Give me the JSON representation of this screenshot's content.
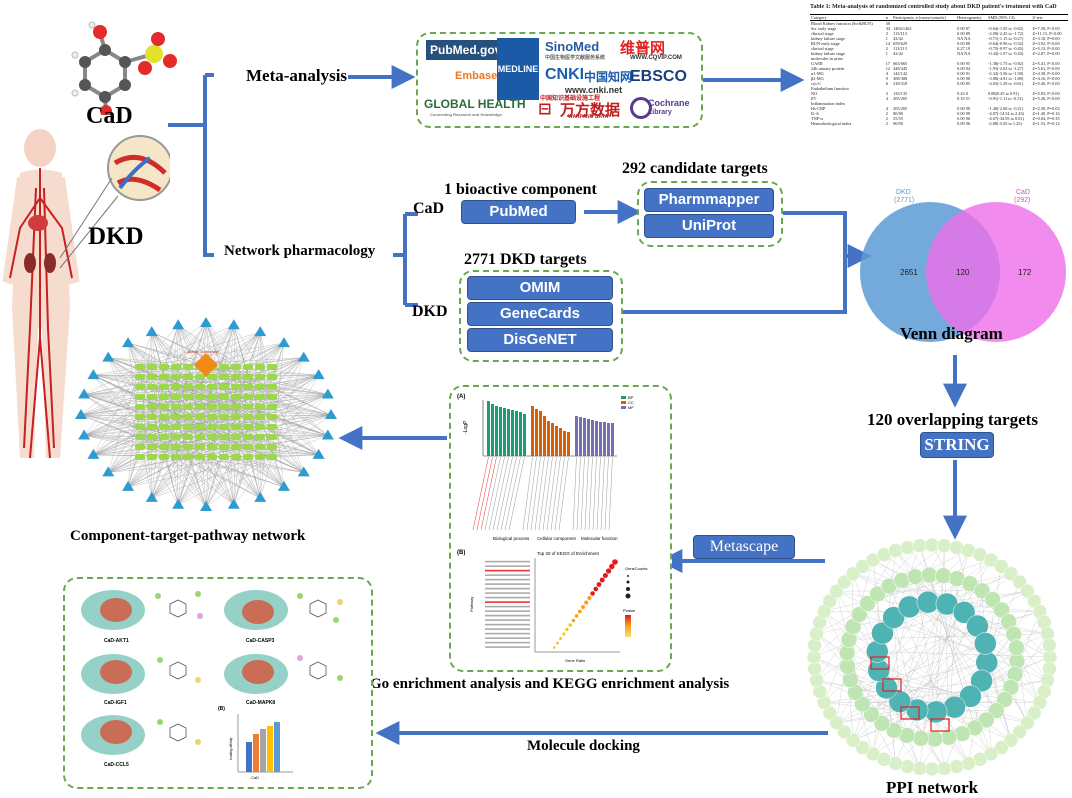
{
  "colors": {
    "arrow": "#4472c4",
    "dash": "#6aa84f",
    "button": "#4472c4",
    "venn_left": "#5b9bd5",
    "venn_right": "#ee6ee8",
    "net_center": "#f28a17",
    "net_target": "#9bd94a",
    "net_pathway": "#2e9bd0",
    "ppi_node": "#4fb3b3"
  },
  "labels": {
    "cad": "CaD",
    "dkd": "DKD",
    "meta_analysis": "Meta-analysis",
    "network_pharmacology": "Network pharmacology",
    "cad_branch": "CaD",
    "dkd_branch": "DKD",
    "bioactive": "1 bioactive component",
    "candidate_targets": "292 candidate targets",
    "dkd_targets": "2771 DKD targets",
    "venn_diagram": "Venn diagram",
    "overlapping": "120 overlapping targets",
    "ppi_network": "PPI network",
    "ctp_network": "Component-target-pathway network",
    "enrichment": "Go enrichment analysis and KEGG enrichment analysis",
    "docking": "Molecule docking"
  },
  "buttons": {
    "pubmed": "PubMed",
    "pharmmapper": "Pharmmapper",
    "uniprot": "UniProt",
    "omim": "OMIM",
    "genecards": "GeneCards",
    "disgenet": "DisGeNET",
    "string": "STRING",
    "metascape": "Metascape"
  },
  "databases": {
    "pubmed_logo": "PubMed.gov",
    "medline": "MEDLINE",
    "sinomed": "SinoMed",
    "sinomed_sub": "中国生物医学文献服务系统",
    "vip": "维普网",
    "vip_sub": "WWW.CQVIP.COM",
    "embase": "Embase",
    "cnki": "CNKI",
    "cnki_cn": "中国知网",
    "cnki_sub": "www.cnki.net",
    "ebsco": "EBSCO",
    "global_health": "GLOBAL HEALTH",
    "gh_sub": "Connecting Research and Knowledge",
    "wanfang_top": "中国知识基础设施工程",
    "wanfang": "万方数据",
    "wanfang_sub": "WANFANG DATA",
    "cochrane": "Cochrane",
    "cochrane_sub": "Library"
  },
  "meta_table": {
    "caption": "Table 1: Meta-analysis of randomized controlled study about DKD patient's treatment with CaD",
    "headers": [
      "Category",
      "n",
      "Participants, n (cases/controls)",
      "Heterogeneity",
      "SMD (95% CI)",
      "Z-test"
    ],
    "rows": [
      [
        "Blood Kidney function (Scr&BUN)",
        "38",
        "",
        "",
        "",
        ""
      ],
      [
        "Scr  early stage",
        "34",
        "1484/1462",
        "0.00  87",
        "-0.64(-1.05 to -0.62)",
        "Z=7.58, P<0.00"
      ],
      [
        "  clinical stage",
        "3",
        "113/113",
        "0.00  89",
        "-2.09(-2.45 to -1.72)",
        "Z=11.15, P<0.00"
      ],
      [
        "  kidney failure stage",
        "1",
        "43/42",
        "NA  NA",
        "-0.71(-1.15 to -0.27)",
        "Z=3.18, P=0.00"
      ],
      [
        "BUN  early stage",
        "14",
        "659/629",
        "0.00  88",
        "-0.64(-0.96 to -0.32)",
        "Z=3.92, P<0.00"
      ],
      [
        "  clinical stage",
        "2",
        "113/113",
        "0.27  19",
        "-0.75(-0.97 to -0.45)",
        "Z=5.13, P<0.00"
      ],
      [
        "  kidney failure stage",
        "1",
        "43/42",
        "NA  NA",
        "-0.43(-1.07 to -0.20)",
        "Z=2.87, P=0.00"
      ],
      [
        "molecules in urine",
        "",
        "",
        "",
        "",
        ""
      ],
      [
        "UAER",
        "17",
        "665/665",
        "0.00  95",
        "-1.38(-1.75 to -0.82)",
        "Z=5.41, P<0.00"
      ],
      [
        "24h urinary protein",
        "12",
        "448/445",
        "0.00  94",
        "-1.93(-2.63 to -1.27)",
        "Z=5.61, P<0.00"
      ],
      [
        "α1-MG",
        "4",
        "142/142",
        "0.00  91",
        "-2.32(-3.56 to -1.58)",
        "Z=4.38, P<0.00"
      ],
      [
        "β2-MG",
        "9",
        "308/308",
        "0.00  98",
        "-3.88(-4.81 to -1.88)",
        "Z=4.16, P<0.00"
      ],
      [
        "cys-C",
        "6",
        "318/318",
        "0.00  85",
        "-4.05(-1.29 to -0.61)",
        "Z=5.40, P<0.00"
      ],
      [
        "Endothelium function",
        "",
        "",
        "",
        "",
        ""
      ],
      [
        "NO",
        "3",
        "135/135",
        "0.43  0",
        "0.88(0.45 to 0.91)",
        "Z=5.83, P<0.00"
      ],
      [
        "ET",
        "4",
        "205/205",
        "0.10  51",
        "-0.91(-1.11 to -0.51)",
        "Z=5.28, P<0.00"
      ],
      [
        "Inflammation index",
        "",
        "",
        "",
        "",
        ""
      ],
      [
        "Hs-CRP",
        "4",
        "205/205",
        "0.00  98",
        "-1.40(-2.68 to -0.21)",
        "Z=2.30, P=0.02"
      ],
      [
        "IL-6",
        "2",
        "80/80",
        "0.00  98",
        "-4.07(-14.54 to 2.43)",
        "Z=1.40, P=0.16"
      ],
      [
        "TNF-α",
        "2",
        "55/55",
        "0.00  96",
        "-4.07(-34.95 to 0.81)",
        "Z=0.84, P=0.35"
      ],
      [
        "Hemorheological index",
        "2",
        "90/90",
        "0.00  96",
        "-2.88(-5.05 to 1.25)",
        "Z=1.53, P=0.12"
      ]
    ]
  },
  "venn": {
    "left_label": "DKD",
    "left_count": "(2771)",
    "right_label": "CaD",
    "right_count": "(292)",
    "left_only": "2651",
    "overlap": "120",
    "right_only": "172"
  },
  "network": {
    "center": "Calcium Dobesilate"
  },
  "enrichment": {
    "panel_a": "(A)",
    "panel_b": "(B)",
    "legend": [
      "BP",
      "CC",
      "MF"
    ],
    "categories": [
      "Biological process",
      "Cellular component",
      "Molecular function"
    ],
    "ylabel": "-LogP",
    "kegg_title": "Top 20 of KEGG of Enrichment",
    "kegg_xlabel": "Gene Ratio",
    "kegg_ylabel": "Pathway",
    "genecounts": "GeneCounts",
    "pvalue": "Pvalue"
  },
  "docking": {
    "captions": [
      "CaD-AKT1",
      "CaD-CASP3",
      "CaD-IGF1",
      "CaD-MAPK8",
      "CaD-CCL5"
    ],
    "bar_panel": "(B)",
    "bar_axis": "CaD",
    "bar_ylabel": "binding affinity"
  }
}
